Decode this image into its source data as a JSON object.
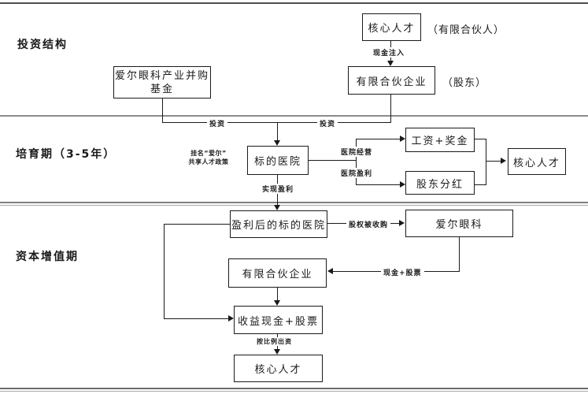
{
  "colors": {
    "line": "#1a1a1a",
    "divider": "#8a8a8a",
    "background": "#ffffff"
  },
  "sections": {
    "stage1_label": "投资结构",
    "stage2_label": "培育期（3-5年）",
    "stage3_label": "资本增值期"
  },
  "stage1": {
    "core_talent": "核心人才",
    "limited_partner_note": "（有限合伙人）",
    "cash_injection_label": "现金注入",
    "partnership": "有限合伙企业",
    "shareholder_note": "（股东）",
    "fund_line1": "爱尔眼科产业并购",
    "fund_line2": "基金",
    "invest_label_left": "投资",
    "invest_label_right": "投资"
  },
  "stage2": {
    "target_hospital": "标的医院",
    "note_line1": "挂名“爱尔”",
    "note_line2": "共享人才政策",
    "hospital_operation_label": "医院经营",
    "hospital_profit_label": "医院盈利",
    "salary_bonus": "工资+奖金",
    "shareholder_dividend": "股东分红",
    "core_talent": "核心人才",
    "realize_profit_label": "实现盈利"
  },
  "stage3": {
    "profit_hospital": "盈利后的标的医院",
    "equity_acquired_label": "股权被收购",
    "aier_eye": "爱尔眼科",
    "partnership": "有限合伙企业",
    "cash_stock_label": "现金+股票",
    "income_cash_stock": "收益现金+股票",
    "proportional_label": "按比例出资",
    "core_talent": "核心人才"
  }
}
